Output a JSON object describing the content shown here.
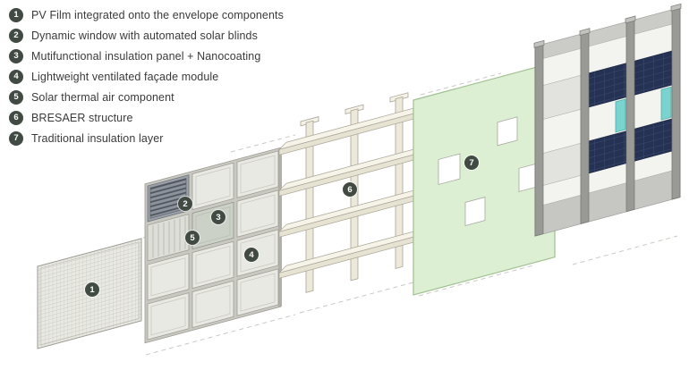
{
  "figure": {
    "background": "#ffffff"
  },
  "legend": {
    "badge_color": "#414b44",
    "items": [
      {
        "num": "1",
        "label": "PV Film integrated onto the envelope components"
      },
      {
        "num": "2",
        "label": "Dynamic window with automated solar blinds"
      },
      {
        "num": "3",
        "label": "Mutifunctional insulation panel + Nanocoating"
      },
      {
        "num": "4",
        "label": "Lightweight ventilated façade module"
      },
      {
        "num": "5",
        "label": "Solar thermal air component"
      },
      {
        "num": "6",
        "label": "BRESAER structure"
      },
      {
        "num": "7",
        "label": "Traditional insulation layer"
      }
    ]
  },
  "diagram": {
    "badges": [
      {
        "num": "1"
      },
      {
        "num": "2"
      },
      {
        "num": "3"
      },
      {
        "num": "4"
      },
      {
        "num": "5"
      },
      {
        "num": "6"
      },
      {
        "num": "7"
      }
    ],
    "colors": {
      "insulation_green": "#dcefd2",
      "pv_panel_navy": "#263253",
      "glazing_teal": "#7bd3d0",
      "structure_cream": "#efecdf",
      "panel_gray": "#e9e9e3",
      "mullion_gray": "#9b9b97"
    }
  }
}
